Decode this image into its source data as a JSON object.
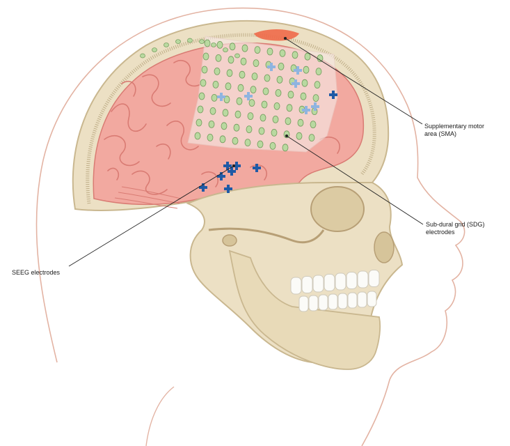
{
  "labels": {
    "sma": {
      "line1": "Supplementary motor",
      "line2": "area (SMA)"
    },
    "sdg": {
      "line1": "Sub-dural grid (SDG)",
      "line2": "electrodes"
    },
    "seeg": {
      "line1": "SEEG electrodes"
    }
  },
  "colors": {
    "skin_outline": "#e3b3a3",
    "bone": "#ece0c4",
    "bone_shadow": "#c9b78f",
    "brain": "#f2a9a0",
    "brain_fold": "#d97b73",
    "sma_region": "#f06a4a",
    "grid_sheet": "#f6e7e3",
    "grid_contact": "#b9d9a0",
    "electrode_dark": "#1f5aa6",
    "electrode_light": "#8fb4e0",
    "teeth": "#fbfbf8",
    "leader_line": "#222222"
  },
  "icons": [
    "plus-electrode-icon"
  ]
}
